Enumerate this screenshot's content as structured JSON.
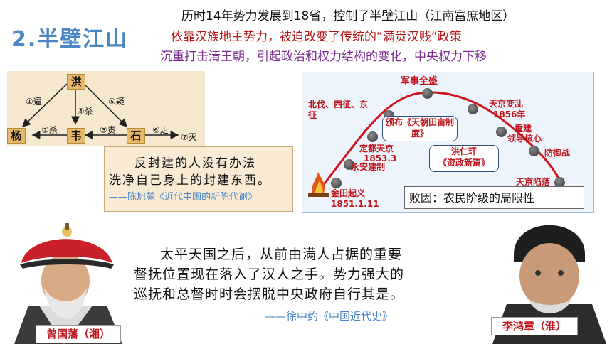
{
  "title": "2.半壁江山",
  "lines": {
    "l1": "历时14年势力发展到18省，控制了半壁江山（江南富庶地区）",
    "l2": "依靠汉族地主势力，被迫改变了传统的“满贵汉贱”政策",
    "l3": "沉重打击清王朝，引起政治和权力结构的变化，中央权力下移"
  },
  "diagram": {
    "nodes": {
      "hong": "洪",
      "yang": "杨",
      "wei": "韦",
      "shi": "石"
    },
    "edges": {
      "e1": "①逼",
      "e2": "②杀",
      "e3": "③责",
      "e4": "④杀",
      "e5": "⑤疑",
      "e6": "⑥走",
      "e7": "⑦灭"
    }
  },
  "quote1": {
    "line1": "反封建的人没有办法",
    "line2": "洗净自己身上的封建东西。",
    "source": "——陈旭麓《近代中国的新陈代谢》"
  },
  "chart": {
    "peak": "军事全盛",
    "north": "北伐、西征、东征",
    "tianjing_incident": "天京变乱",
    "tianjing_year": "1856年",
    "decree": "颁布《天朝田亩制度》",
    "capital": "定都天京",
    "capital_date": "1853.3",
    "rebuild": "重建",
    "rebuild2": "领导核心",
    "yongan": "永安建制",
    "hongrengan": "洪仁玕",
    "zizheng": "《资政新篇》",
    "defense": "防御战",
    "jintian": "金田起义",
    "jintian_date": "1851.1.11",
    "fall": "天京陷落",
    "defeat": "败因：农民阶级的局限性"
  },
  "quote2": {
    "line1": "太平天国之后，从前由满人占据的重要",
    "line2": "督抚位置现在落入了汉人之手。势力强大的",
    "line3": "巡抚和总督时时会摆脱中央政府自行其是。",
    "source": "——徐中约《中国近代史》"
  },
  "portraits": {
    "left_name": "曾国藩（湘）",
    "right_name": "李鸿章（淮）"
  },
  "colors": {
    "accent": "#4a86c5",
    "red": "#c0151e",
    "purple": "#7a2d8e"
  }
}
